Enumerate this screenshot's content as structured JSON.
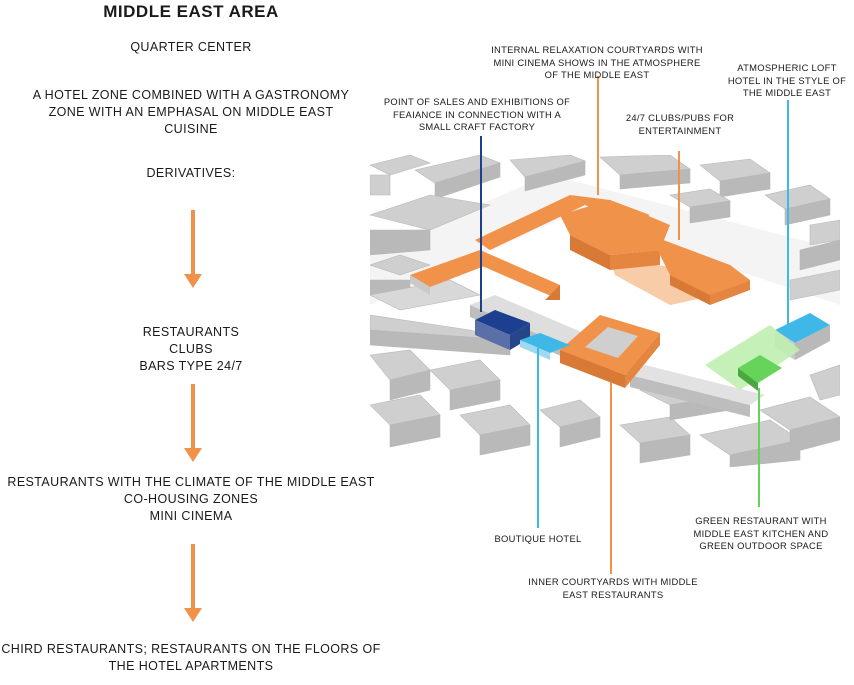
{
  "title": "MIDDLE EAST AREA",
  "subtitle": "QUARTER CENTER",
  "description": "A HOTEL ZONE COMBINED WITH A GASTRONOMY\nZONE WITH AN EMPHASAL ON MIDDLE EAST\nCUISINE",
  "derivatives_label": "DERIVATIVES:",
  "steps": [
    "RESTAURANTS\nCLUBS\nBARS TYPE 24/7",
    "RESTAURANTS WITH THE CLIMATE OF THE MIDDLE EAST\nCO-HOUSING ZONES\nMINI CINEMA",
    "CHIRD RESTAURANTS;  RESTAURANTS ON THE FLOORS OF\nTHE HOTEL APARTMENTS"
  ],
  "annotations": {
    "courtyards_cinema": "INTERNAL RELAXATION COURTYARDS WITH\nMINI CINEMA SHOWS IN THE ATMOSPHERE\nOF THE MIDDLE EAST",
    "loft_hotel": "ATMOSPHERIC LOFT\nHOTEL IN THE STYLE OF\nTHE MIDDLE EAST",
    "point_of_sales": "POINT OF SALES AND EXHIBITIONS OF\nFEAIANCE IN CONNECTION WITH A\nSMALL CRAFT FACTORY",
    "clubs_pubs": "24/7 CLUBS/PUBS FOR\nENTERTAINMENT",
    "boutique_hotel": "BOUTIQUE HOTEL",
    "green_restaurant": "GREEN RESTAURANT WITH\nMIDDLE EAST KITCHEN AND\nGREEN OUTDOOR SPACE",
    "inner_courtyards": "INNER COURTYARDS WITH MIDDLE\nEAST RESTAURANTS"
  },
  "colors": {
    "orange": "#f0924a",
    "orange_light": "#f6c79c",
    "dark_blue": "#1d3f8f",
    "light_blue": "#3fb8e8",
    "green": "#66d45a",
    "green_light": "#bff0b0",
    "building_gray": "#c9c9c9"
  },
  "icons": [
    "arrow-down-icon"
  ]
}
